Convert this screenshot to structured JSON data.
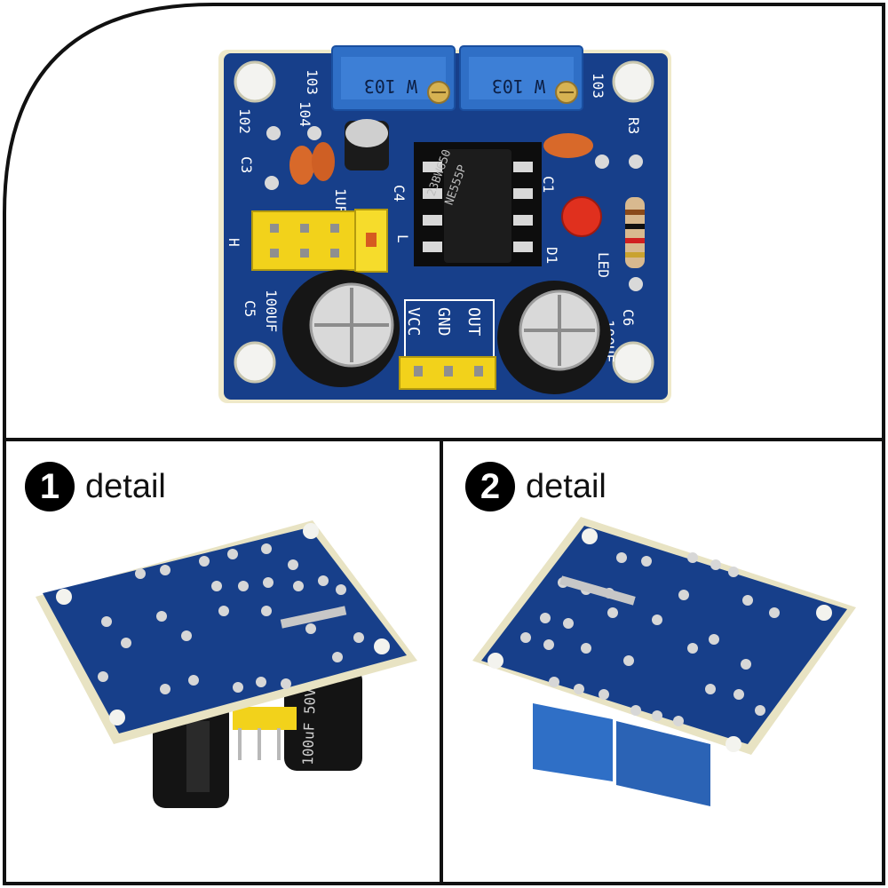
{
  "panels": [
    {
      "labels": {
        "pot_left": "W 103",
        "pot_right": "W 103",
        "r103_left": "103",
        "r103_right": "103",
        "c104": "104",
        "c102": "102",
        "c3": "C3",
        "c4": "C4",
        "u1uf": "1UF",
        "ic_top": "23BW650",
        "ic_bottom": "NE555P",
        "c1": "C1",
        "d1": "D1",
        "led": "LED",
        "r3": "R3",
        "h": "H",
        "l": "L",
        "c5": "C5",
        "c5_value": "100UF",
        "c6": "C6",
        "c6_value": "100UF",
        "vcc": "VCC",
        "gnd": "GND",
        "out": "OUT"
      }
    },
    {
      "number": "1",
      "caption": "detail",
      "cap_text": "100uF 50V"
    },
    {
      "number": "2",
      "caption": "detail"
    }
  ],
  "colors": {
    "pcb": "#173f8a",
    "pcb_dark": "#0f2d6a",
    "header": "#f2d21b",
    "pot": "#2f6fc6"
  }
}
